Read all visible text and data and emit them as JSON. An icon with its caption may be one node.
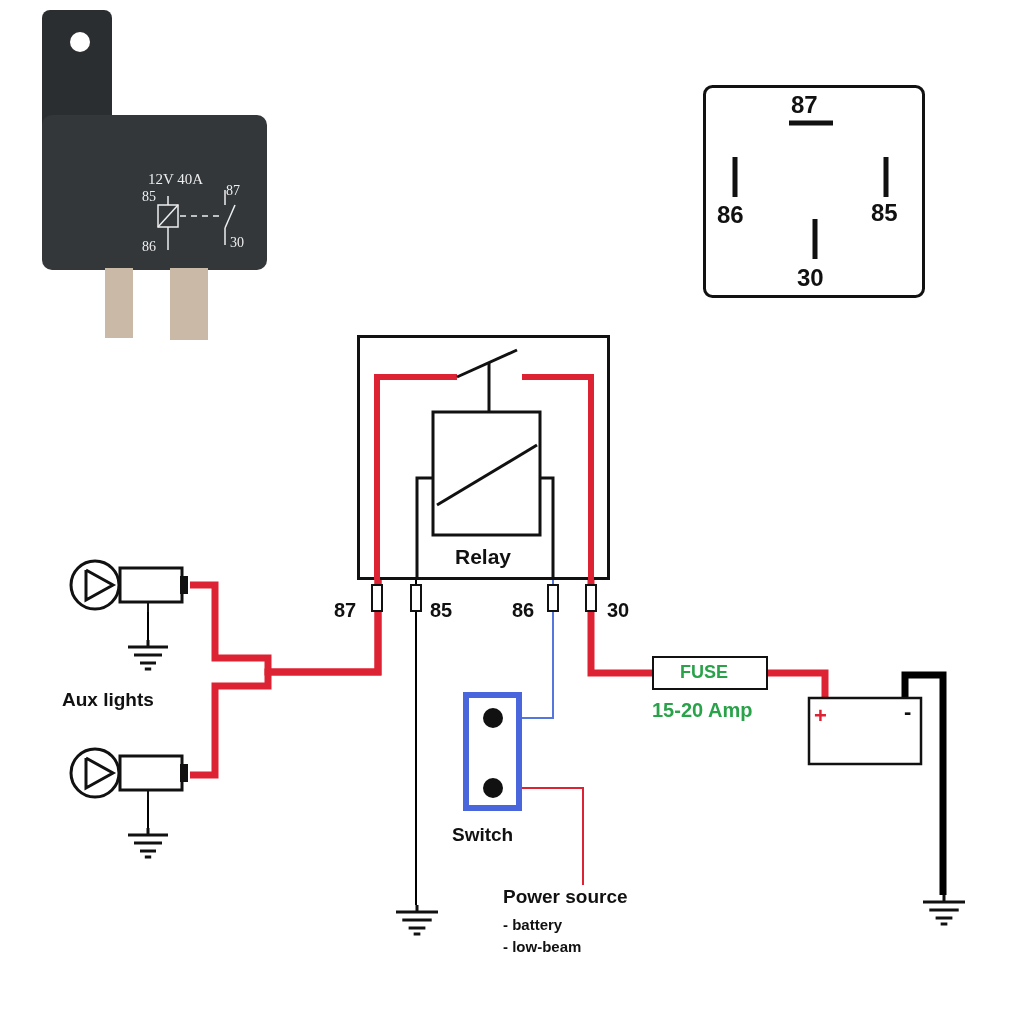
{
  "diagram": {
    "nodes": [
      {
        "text": [
          "12V 40A",
          "85",
          "87",
          "86",
          "30"
        ]
      },
      {
        "text": [
          "87",
          "86",
          "85",
          "30"
        ]
      },
      {
        "text": [
          "Relay"
        ]
      },
      {
        "text": [],
        "shape": "lamp"
      },
      {
        "text": [],
        "shape": "lamp"
      },
      {
        "text": [
          "Switch"
        ]
      },
      {
        "text": [
          "Power source",
          "- battery",
          "- low-beam"
        ]
      },
      {
        "text": [
          "FUSE"
        ],
        "beside": [
          "15-20 Amp"
        ]
      },
      {
        "text": [
          "+",
          "-"
        ]
      },
      {
        "text": [],
        "shape": "ground"
      },
      {
        "text": [],
        "shape": "ground"
      },
      {
        "text": [],
        "shape": "ground"
      },
      {
        "text": [],
        "shape": "ground"
      }
    ],
    "edges": [
      {
        "from": 3,
        "to": 2,
        "arrow": "none",
        "style": "thick"
      },
      {
        "from": 4,
        "to": 2,
        "arrow": "none",
        "style": "thick"
      },
      {
        "from": 3,
        "to": 9,
        "arrow": "none",
        "color": "#000000"
      },
      {
        "from": 4,
        "to": 10,
        "arrow": "none",
        "color": "#000000"
      },
      {
        "from": 2,
        "to": 11,
        "arrow": "none",
        "color": "#000000"
      },
      {
        "from": 2,
        "to": 5,
        "arrow": "none",
        "color": "#5577dd"
      },
      {
        "from": 5,
        "to": 6,
        "arrow": "none"
      },
      {
        "from": 2,
        "to": 7,
        "arrow": "none",
        "style": "thick"
      },
      {
        "from": 7,
        "to": 8,
        "arrow": "none",
        "style": "thick"
      },
      {
        "from": 8,
        "to": 12,
        "arrow": "none",
        "style": "thick",
        "color": "#000000"
      }
    ],
    "labels": [
      "87",
      "85",
      "86",
      "30",
      "Aux lights"
    ]
  }
}
